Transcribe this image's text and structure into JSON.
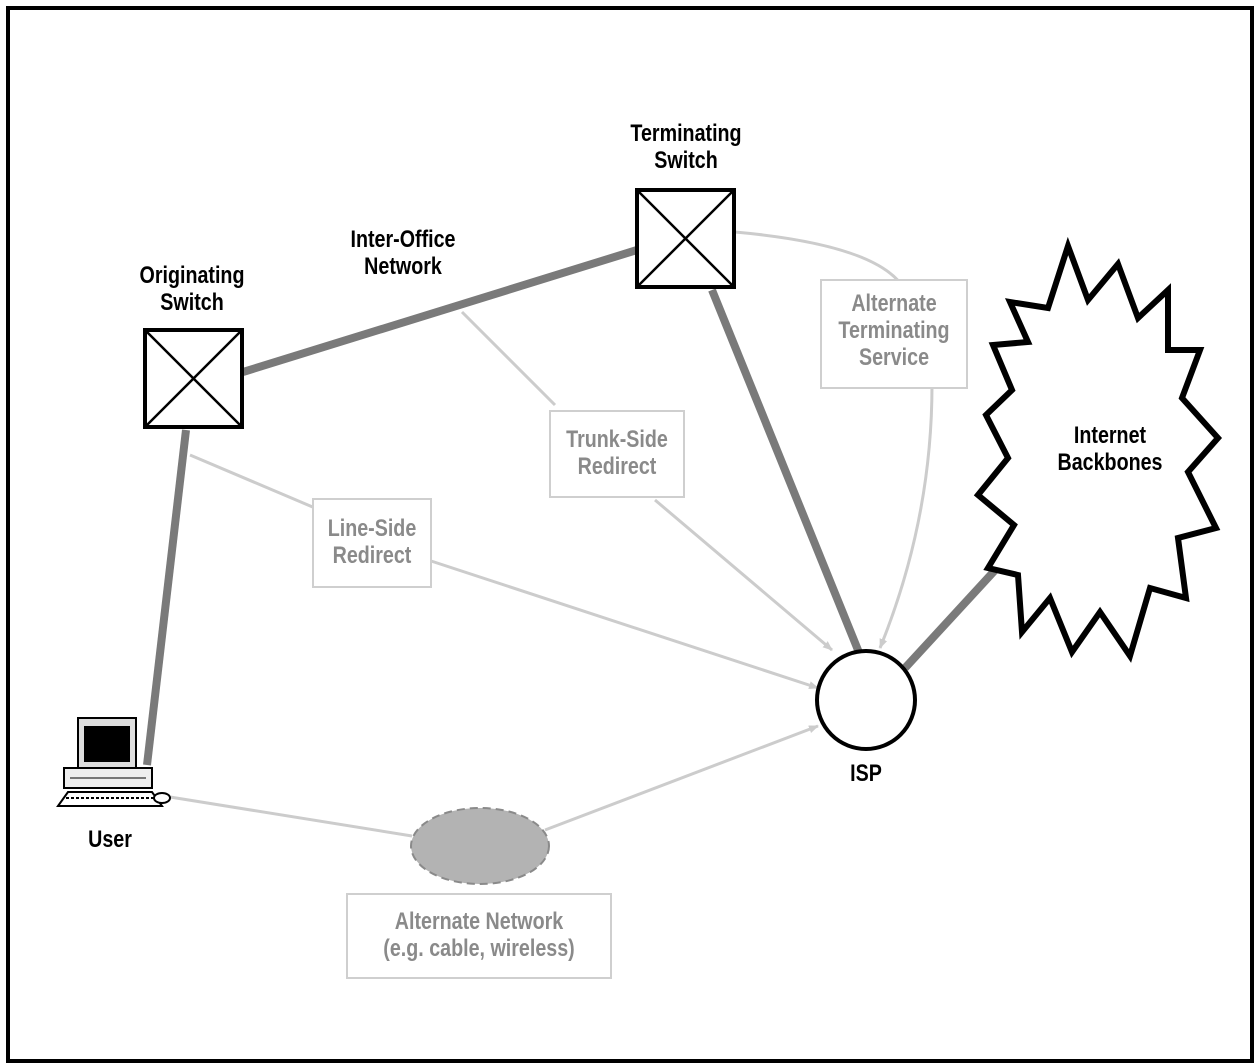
{
  "nodes": {
    "originating_switch": "Originating\nSwitch",
    "terminating_switch": "Terminating\nSwitch",
    "inter_office_network": "Inter-Office\nNetwork",
    "internet_backbones": "Internet\nBackbones",
    "isp": "ISP",
    "user": "User"
  },
  "paths": {
    "alternate_terminating_service": "Alternate\nTerminating\nService",
    "trunk_side_redirect": "Trunk-Side\nRedirect",
    "line_side_redirect": "Line-Side\nRedirect",
    "alternate_network": "Alternate Network\n(e.g. cable, wireless)"
  },
  "colors": {
    "primary_link": "#7a7a7a",
    "alternate_link": "#cccccc",
    "alternate_network_fill": "#b3b3b3",
    "label_grey": "#8a8a8a"
  }
}
